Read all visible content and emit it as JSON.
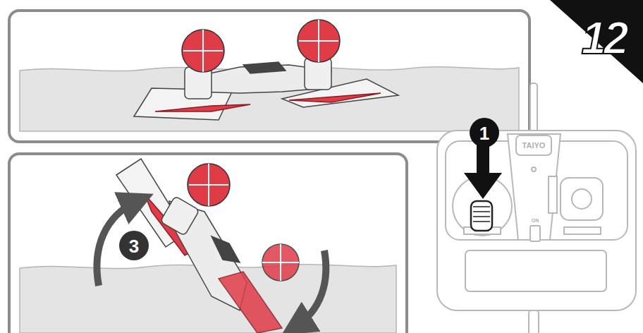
{
  "diagram": {
    "labels": [
      "12",
      "1",
      "TAIYO",
      "ON",
      "3"
    ]
  }
}
